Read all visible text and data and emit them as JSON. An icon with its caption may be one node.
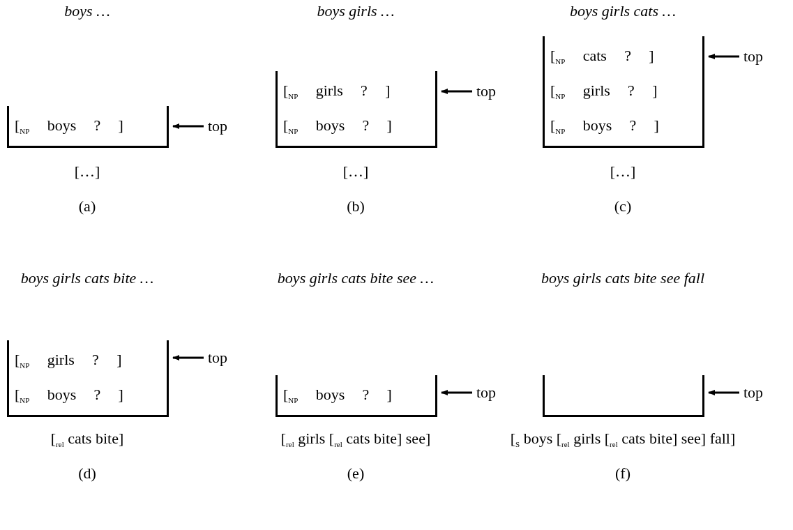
{
  "diagram": {
    "nodes": [
      {
        "text": [],
        "shape": "box"
      },
      {
        "text": [
          "[$_{NP}$ boys ? ]"
        ],
        "in": 0
      },
      {
        "text": [
          "top"
        ]
      },
      {
        "text": [],
        "shape": "box"
      },
      {
        "text": [
          "[$_{NP}$ girls ? ]"
        ],
        "in": 3
      },
      {
        "text": [
          "[$_{NP}$ boys ? ]"
        ],
        "in": 3
      },
      {
        "text": [
          "top"
        ]
      },
      {
        "text": [],
        "shape": "box"
      },
      {
        "text": [
          "[$_{NP}$ cats ? ]"
        ],
        "in": 7
      },
      {
        "text": [
          "[$_{NP}$ girls ? ]"
        ],
        "in": 7
      },
      {
        "text": [
          "[$_{NP}$ boys ? ]"
        ],
        "in": 7
      },
      {
        "text": [
          "top"
        ]
      },
      {
        "text": [],
        "shape": "box"
      },
      {
        "text": [
          "[$_{NP}$ girls ? ]"
        ],
        "in": 12
      },
      {
        "text": [
          "[$_{NP}$ boys ? ]"
        ],
        "in": 12
      },
      {
        "text": [
          "top"
        ]
      },
      {
        "text": [],
        "shape": "box"
      },
      {
        "text": [
          "[$_{NP}$ boys ? ]"
        ],
        "in": 16
      },
      {
        "text": [
          "top"
        ]
      },
      {
        "text": [],
        "shape": "box"
      },
      {
        "text": [
          "top"
        ]
      }
    ],
    "edges": [
      {
        "from": 2,
        "to": 0,
        "arrow": "to"
      },
      {
        "from": 6,
        "to": 3,
        "arrow": "to"
      },
      {
        "from": 11,
        "to": 7,
        "arrow": "to"
      },
      {
        "from": 15,
        "to": 12,
        "arrow": "to"
      },
      {
        "from": 18,
        "to": 16,
        "arrow": "to"
      },
      {
        "from": 20,
        "to": 19,
        "arrow": "to"
      }
    ],
    "labels": [
      "boys …",
      "boys girls …",
      "boys girls cats …",
      "[…]",
      "[…]",
      "[…]",
      "(a)",
      "(b)",
      "(c)",
      "boys girls cats bite …",
      "boys girls cats bite see …",
      "boys girls cats bite see fall",
      "[$_{rel}$ cats bite]",
      "[$_{rel}$ girls [$_{rel}$ cats bite] see]",
      "[$_{S}$ boys [$_{rel}$ girls [$_{rel}$ cats bite] see] fall]",
      "(d)",
      "(e)",
      "(f)"
    ]
  }
}
